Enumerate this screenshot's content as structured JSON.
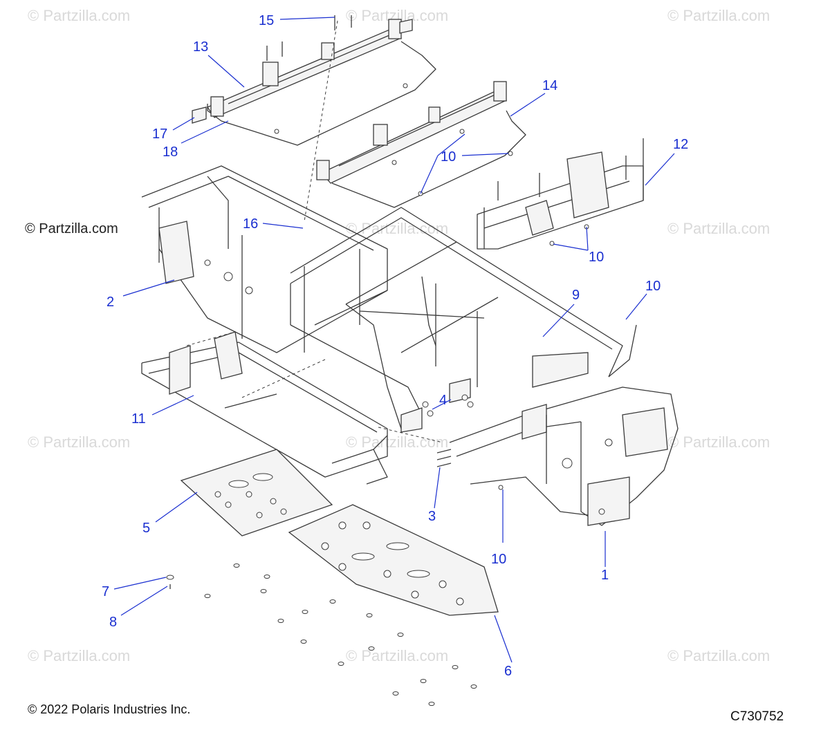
{
  "watermark_text": "© Partzilla.com",
  "brand_label": "© Partzilla.com",
  "copyright": "© 2022 Polaris Industries Inc.",
  "drawing_code": "C730752",
  "callout_color": "#1a2fd0",
  "callouts": [
    {
      "id": "c1",
      "label": "1"
    },
    {
      "id": "c2",
      "label": "2"
    },
    {
      "id": "c3",
      "label": "3"
    },
    {
      "id": "c4",
      "label": "4"
    },
    {
      "id": "c5",
      "label": "5"
    },
    {
      "id": "c6",
      "label": "6"
    },
    {
      "id": "c7",
      "label": "7"
    },
    {
      "id": "c8",
      "label": "8"
    },
    {
      "id": "c9",
      "label": "9"
    },
    {
      "id": "c10a",
      "label": "10"
    },
    {
      "id": "c10b",
      "label": "10"
    },
    {
      "id": "c10c",
      "label": "10"
    },
    {
      "id": "c10d",
      "label": "10"
    },
    {
      "id": "c11",
      "label": "11"
    },
    {
      "id": "c12",
      "label": "12"
    },
    {
      "id": "c13",
      "label": "13"
    },
    {
      "id": "c14",
      "label": "14"
    },
    {
      "id": "c15",
      "label": "15"
    },
    {
      "id": "c16",
      "label": "16"
    },
    {
      "id": "c17",
      "label": "17"
    },
    {
      "id": "c18",
      "label": "18"
    }
  ]
}
